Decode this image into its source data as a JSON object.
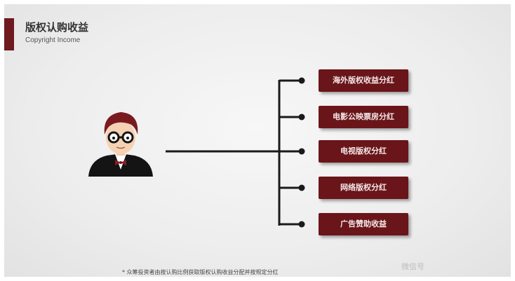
{
  "header": {
    "title": "版权认购收益",
    "subtitle": "Copyright Income"
  },
  "colors": {
    "accent": "#6e1a1f",
    "box_fill": "#6a1519",
    "connector": "#1a1a1a"
  },
  "icons": {
    "person": "person-with-glasses-icon"
  },
  "items": [
    {
      "label": "海外版权收益分红"
    },
    {
      "label": "电影公映票房分红"
    },
    {
      "label": "电视版权分红"
    },
    {
      "label": "网络版权分红"
    },
    {
      "label": "广告赞助收益"
    }
  ],
  "footnote": "* 众筹投资者由按认购比例获取版权认购收益分配并按规定分红",
  "watermark": "微信号"
}
